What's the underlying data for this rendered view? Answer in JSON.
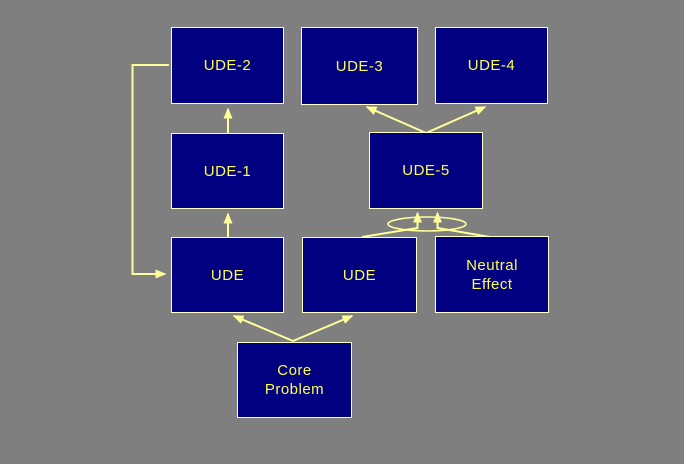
{
  "slide": {
    "background_color": "#7F7F7F",
    "description": "Current reality tree style cause-and-effect diagram of UDE boxes"
  },
  "diagram": {
    "colors": {
      "box_fill": "#000080",
      "box_border": "#FFFFCC",
      "connector": "#FFFF99",
      "label_text": "#FFFF4D"
    },
    "nodes": {
      "ude2": {
        "label": "UDE-2"
      },
      "ude3": {
        "label": "UDE-3"
      },
      "ude4": {
        "label": "UDE-4"
      },
      "ude1": {
        "label": "UDE-1"
      },
      "ude5": {
        "label": "UDE-5"
      },
      "ude_left": {
        "label": "UDE"
      },
      "ude_mid": {
        "label": "UDE"
      },
      "neutral": {
        "label": "Neutral\nEffect"
      },
      "core": {
        "label": "Core\nProblem"
      }
    },
    "edges": [
      {
        "from": "ude1",
        "to": "ude2",
        "style": "straight-up"
      },
      {
        "from": "ude_left",
        "to": "ude1",
        "style": "straight-up"
      },
      {
        "from": "ude2",
        "to": "ude_left",
        "style": "elbow-feedback-left"
      },
      {
        "from": "ude5",
        "to": "ude3",
        "style": "diagonal"
      },
      {
        "from": "ude5",
        "to": "ude4",
        "style": "diagonal"
      },
      {
        "from": "core",
        "to": "ude_left",
        "style": "diagonal"
      },
      {
        "from": "core",
        "to": "ude_mid",
        "style": "diagonal"
      },
      {
        "from": "ude_mid",
        "to": "ude5",
        "style": "bent-through-and-junction"
      },
      {
        "from": "neutral",
        "to": "ude5",
        "style": "bent-through-and-junction"
      }
    ],
    "and_junction": {
      "shape": "ellipse",
      "note": "logical AND ellipse across the two arrows entering UDE-5 from below"
    }
  }
}
